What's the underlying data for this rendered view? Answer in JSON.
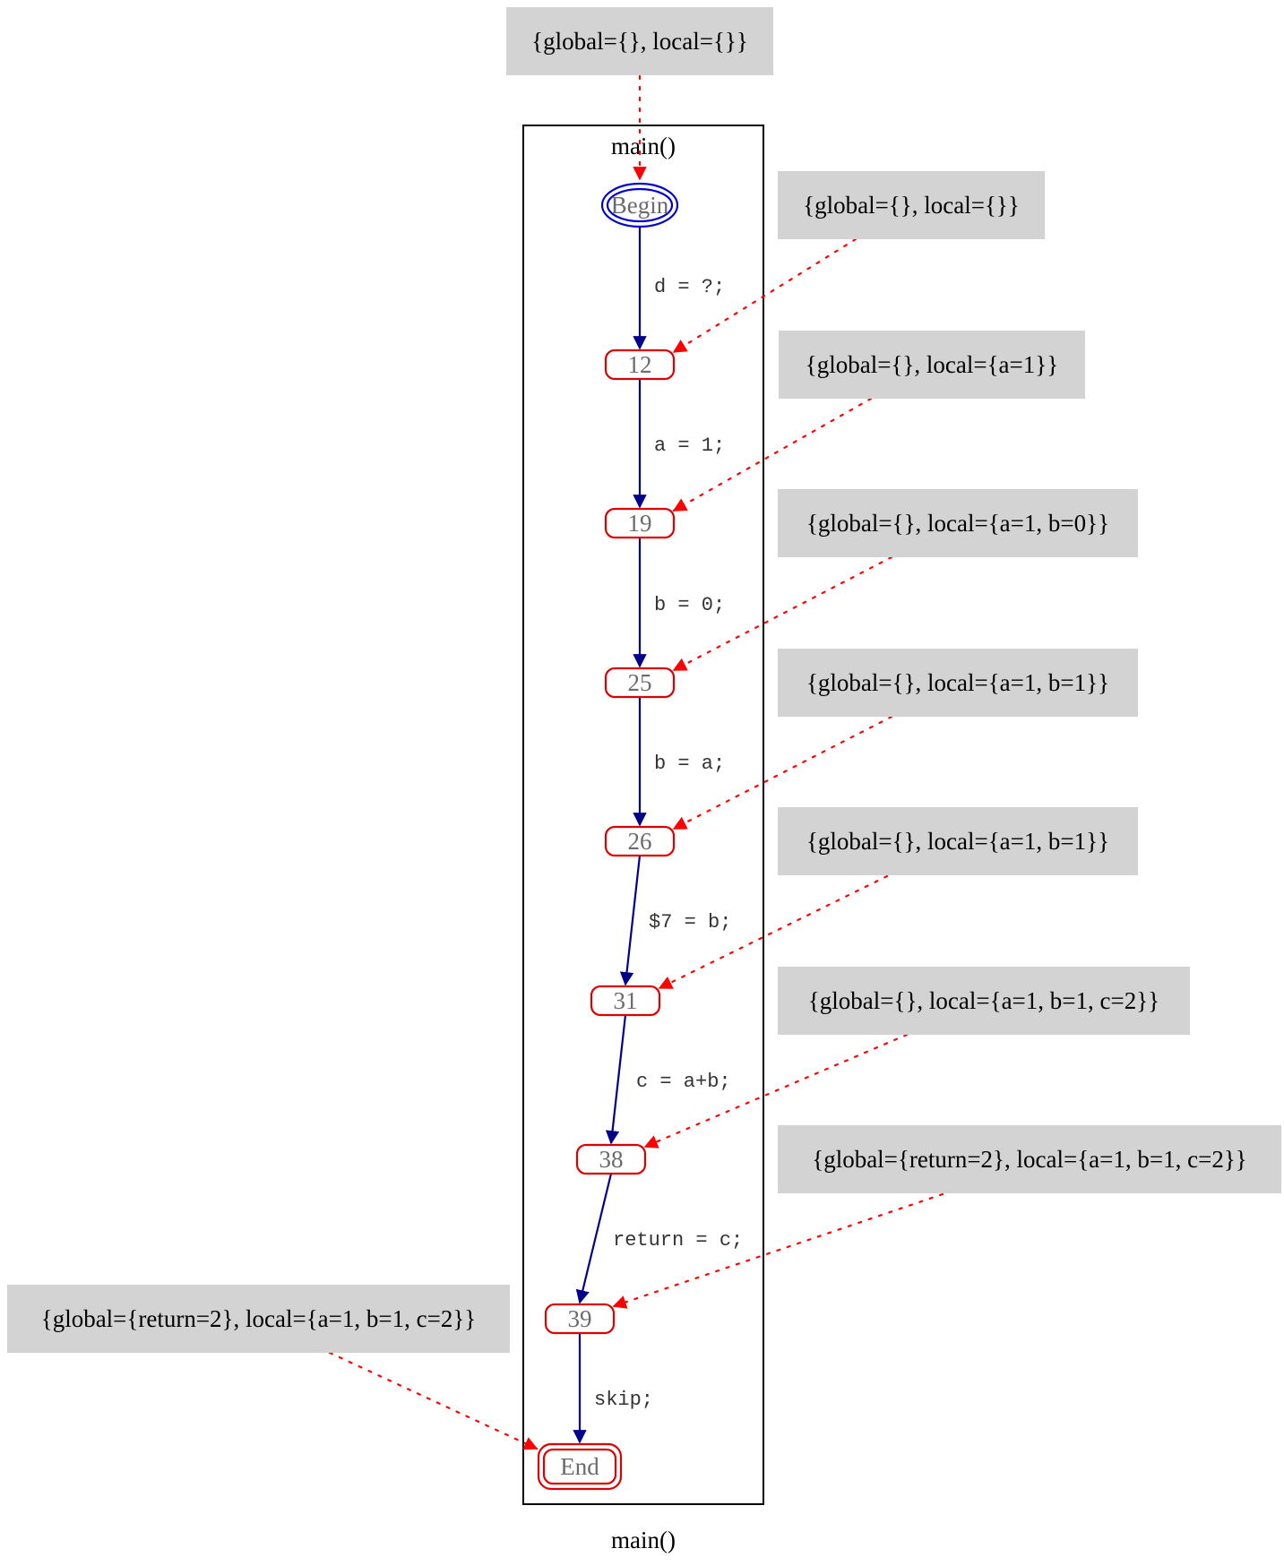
{
  "function": {
    "name": "main()"
  },
  "initial_state": "{global={}, local={}}",
  "footer_label": "main()",
  "nodes": [
    "Begin",
    "12",
    "19",
    "25",
    "26",
    "31",
    "38",
    "39",
    "End"
  ],
  "edges": [
    {
      "from": "Begin",
      "to": "12",
      "label": "d = ?;"
    },
    {
      "from": "12",
      "to": "19",
      "label": "a = 1;"
    },
    {
      "from": "19",
      "to": "25",
      "label": "b = 0;"
    },
    {
      "from": "25",
      "to": "26",
      "label": "b = a;"
    },
    {
      "from": "26",
      "to": "31",
      "label": "$7 = b;"
    },
    {
      "from": "31",
      "to": "38",
      "label": "c = a+b;"
    },
    {
      "from": "38",
      "to": "39",
      "label": "return = c;"
    },
    {
      "from": "39",
      "to": "End",
      "label": "skip;"
    }
  ],
  "states": [
    {
      "target": "12",
      "text": "{global={}, local={}}"
    },
    {
      "target": "19",
      "text": "{global={}, local={a=1}}"
    },
    {
      "target": "25",
      "text": "{global={}, local={a=1, b=0}}"
    },
    {
      "target": "26",
      "text": "{global={}, local={a=1, b=1}}"
    },
    {
      "target": "31",
      "text": "{global={}, local={a=1, b=1}}"
    },
    {
      "target": "38",
      "text": "{global={}, local={a=1, b=1, c=2}}"
    },
    {
      "target": "39",
      "text": "{global={return=2}, local={a=1, b=1, c=2}}"
    },
    {
      "target": "End",
      "text": "{global={return=2}, local={a=1, b=1, c=2}}"
    }
  ],
  "colors": {
    "control_edge": "#00008b",
    "state_edge": "#ff0000",
    "location_node": "#dd0000",
    "begin_node": "#0000cc",
    "state_box": "#d3d3d3"
  }
}
